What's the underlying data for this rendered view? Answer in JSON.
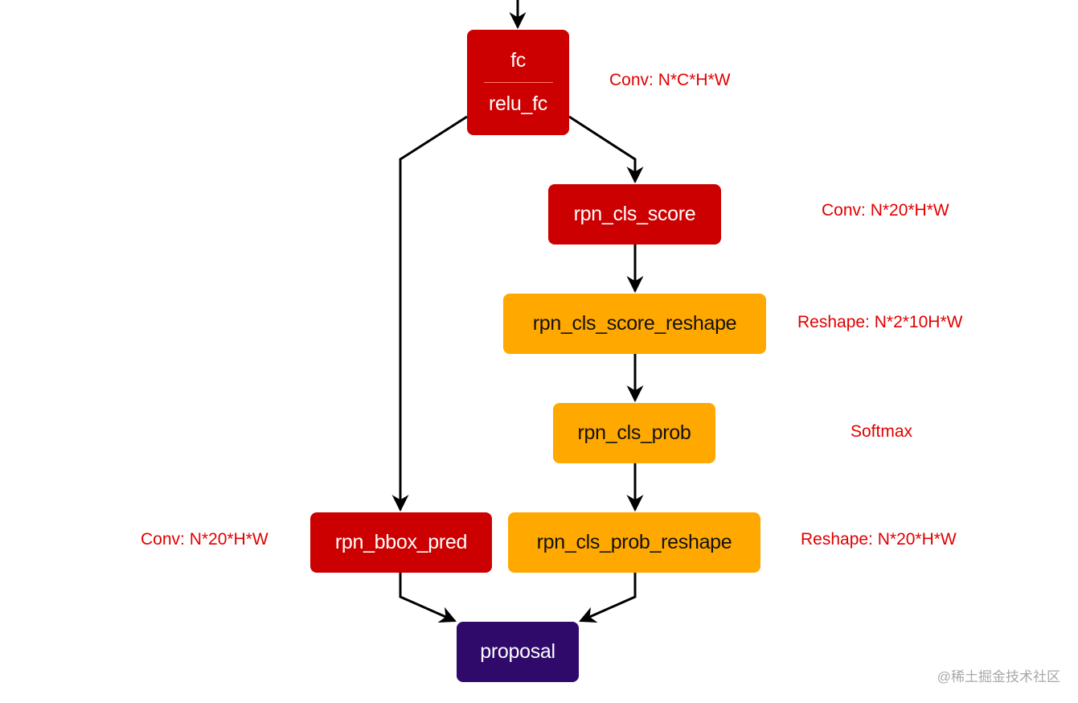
{
  "nodes": {
    "fc": {
      "top_label": "fc",
      "bottom_label": "relu_fc"
    },
    "rpn_cls_score": {
      "label": "rpn_cls_score"
    },
    "rpn_cls_score_reshape": {
      "label": "rpn_cls_score_reshape"
    },
    "rpn_cls_prob": {
      "label": "rpn_cls_prob"
    },
    "rpn_cls_prob_reshape": {
      "label": "rpn_cls_prob_reshape"
    },
    "rpn_bbox_pred": {
      "label": "rpn_bbox_pred"
    },
    "proposal": {
      "label": "proposal"
    }
  },
  "annotations": {
    "fc": "Conv: N*C*H*W",
    "rpn_cls_score": "Conv: N*20*H*W",
    "rpn_cls_score_reshape": "Reshape: N*2*10H*W",
    "rpn_cls_prob": "Softmax",
    "rpn_cls_prob_reshape": "Reshape: N*20*H*W",
    "rpn_bbox_pred": "Conv: N*20*H*W"
  },
  "colors": {
    "conv": "#cc0000",
    "reshape_softmax": "#ffa800",
    "output": "#2f0a6b",
    "annotation": "#e00000"
  },
  "watermark": "@稀土掘金技术社区"
}
